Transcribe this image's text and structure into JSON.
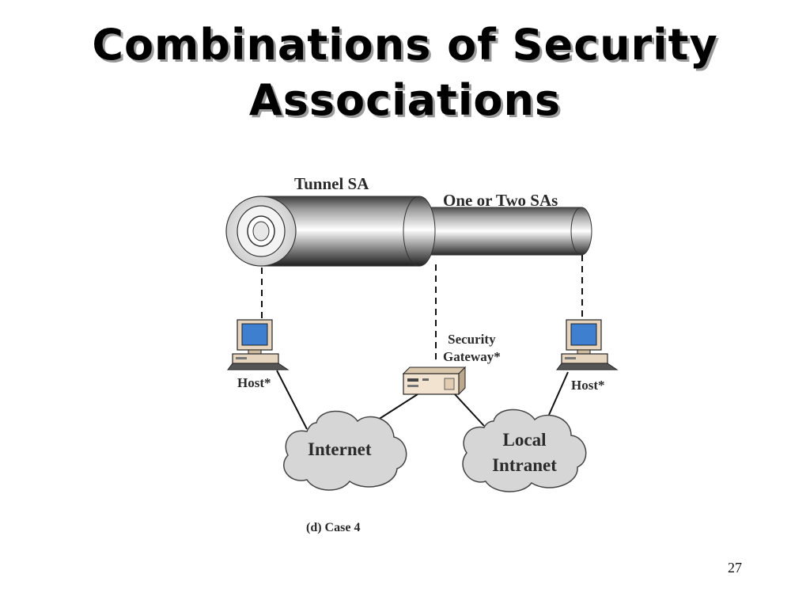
{
  "slide": {
    "title_line1": "Combinations of Security",
    "title_line2": "Associations",
    "page_number": "27"
  },
  "diagram": {
    "tunnel_label": "Tunnel SA",
    "inner_label": "One or Two SAs",
    "left_host_label": "Host*",
    "right_host_label": "Host*",
    "gateway_label_line1": "Security",
    "gateway_label_line2": "Gateway*",
    "internet_label": "Internet",
    "intranet_label_line1": "Local",
    "intranet_label_line2": "Intranet",
    "caption": "(d) Case 4"
  },
  "icons": [
    "host-computer-icon",
    "security-gateway-icon",
    "cloud-icon"
  ],
  "colors": {
    "cloud_fill": "#d6d6d6",
    "monitor_screen": "#3f7fd0",
    "gateway_body": "#f1e3cf",
    "computer_body": "#e6d6c0"
  }
}
